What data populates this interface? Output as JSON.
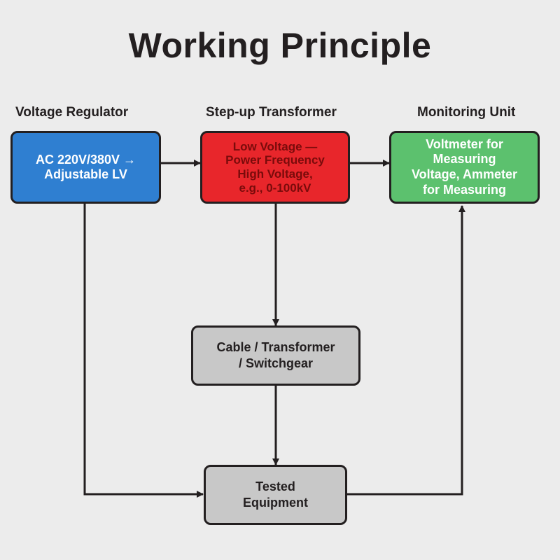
{
  "title": "Working Principle",
  "labels": {
    "regulator": "Voltage Regulator",
    "transformer": "Step-up Transformer",
    "monitor": "Monitoring Unit"
  },
  "nodes": {
    "regulator": {
      "text": "AC 220V/380V →\nAdjustable LV",
      "color": "#2f7fd1",
      "text_color": "#ffffff"
    },
    "transformer": {
      "text": "Low Voltage —\nPower Frequency\nHigh Voltage,\ne.g., 0-100kV",
      "color": "#e8262b",
      "text_color": "#7a0b0b"
    },
    "monitor": {
      "text": "Voltmeter for\nMeasuring\nVoltage, Ammeter\nfor Measuring",
      "color": "#5cc16e",
      "text_color": "#ffffff"
    },
    "cable": {
      "text": "Cable / Transformer\n/ Switchgear",
      "color": "#c8c8c8",
      "text_color": "#231f20"
    },
    "tested": {
      "text": "Tested\nEquipment",
      "color": "#c8c8c8",
      "text_color": "#231f20"
    }
  },
  "colors": {
    "line": "#231f20",
    "background": "#ececec"
  }
}
